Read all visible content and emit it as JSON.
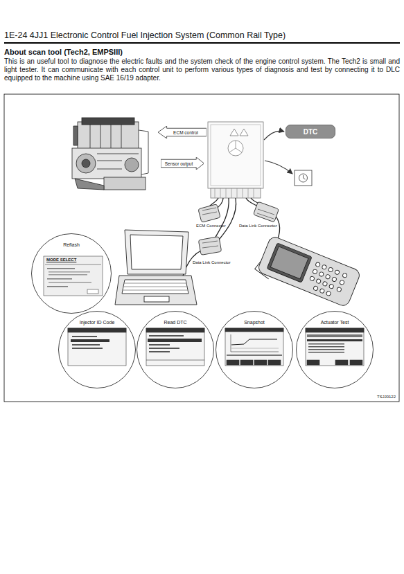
{
  "diagram": {
    "title": "1E-24 4JJ1 Electronic Control Fuel Injection System (Common Rail Type)",
    "nodes": [
      {
        "text": [
          "ECM control"
        ]
      },
      {
        "text": [
          "Sensor output"
        ]
      },
      {
        "text": [
          "DTC"
        ]
      },
      {
        "text": [
          "Reflash",
          "MODE SELECT"
        ]
      },
      {
        "text": [
          "Injector ID Code"
        ]
      },
      {
        "text": [
          "Read DTC"
        ]
      },
      {
        "text": [
          "Snapshot"
        ]
      },
      {
        "text": [
          "Actuator Test"
        ]
      }
    ],
    "labels": [
      "About scan tool (Tech2, EMPSIII)",
      "This is an useful tool to diagnose the electric faults and the system check of the engine control system. The Tech2 is small and light tester. It can communicate with each control unit to perform various types of diagnosis and test by connecting it to DLC equipped to the machine using SAE 16/19 adapter.",
      "ECM Connector",
      "Data Link Connector",
      "Data Link Connector",
      "TSJJ0122"
    ]
  }
}
